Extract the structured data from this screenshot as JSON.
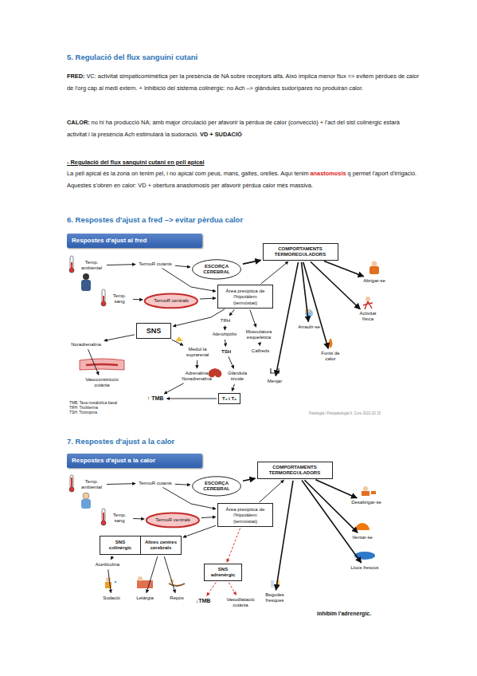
{
  "diagram": {
    "nodes": [
      {
        "text": [
          "Respostes d'ajust al fred"
        ]
      },
      {
        "text": [
          "Temp. ambiental"
        ]
      },
      {
        "text": [
          "TermoR cutanis"
        ]
      },
      {
        "text": [
          "ESCORÇA CEREBRAL"
        ]
      },
      {
        "text": [
          "COMPORTAMENTS TERMOREGULADORS"
        ]
      },
      {
        "text": [
          "Temp. sang"
        ]
      },
      {
        "text": [
          "TermoR centrals"
        ]
      },
      {
        "text": [
          "Àrea preòptica de l'hipotàlem (termòstat)"
        ]
      },
      {
        "text": [
          "SNS"
        ]
      },
      {
        "text": [
          "Noradrenalina"
        ]
      },
      {
        "text": [
          "Vasoconstricció cutània"
        ]
      },
      {
        "text": [
          "Medul·la suprarenal"
        ]
      },
      {
        "text": [
          "Adrenalina Noradrenalina"
        ]
      },
      {
        "text": [
          "TRH"
        ]
      },
      {
        "text": [
          "Adenohipòfisi"
        ]
      },
      {
        "text": [
          "TSH"
        ]
      },
      {
        "text": [
          "Glàndula tiroide"
        ]
      },
      {
        "text": [
          "T₃ i T₄"
        ]
      },
      {
        "text": [
          "↑ TMB"
        ]
      },
      {
        "text": [
          "Musculatura esquelètica"
        ]
      },
      {
        "text": [
          "Calfreds"
        ]
      },
      {
        "text": [
          "Abrigar-se"
        ]
      },
      {
        "text": [
          "Arraulir-se"
        ]
      },
      {
        "text": [
          "Activitat física"
        ]
      },
      {
        "text": [
          "Fonts de calor"
        ]
      },
      {
        "text": [
          "Menjar"
        ]
      },
      {
        "text": [
          "Respostes d'ajust a la calor"
        ]
      },
      {
        "text": [
          "Temp. ambiental"
        ]
      },
      {
        "text": [
          "TermoR cutanis"
        ]
      },
      {
        "text": [
          "ESCORÇA CEREBRAL"
        ]
      },
      {
        "text": [
          "COMPORTAMENTS TERMOREGULADORS"
        ]
      },
      {
        "text": [
          "Temp. sang"
        ]
      },
      {
        "text": [
          "TermoR centrals"
        ]
      },
      {
        "text": [
          "Àrea preòptica de l'hipotàlem (termòstat)"
        ]
      },
      {
        "text": [
          "SNS colinèrgic"
        ]
      },
      {
        "text": [
          "Altres centres cerebrals"
        ]
      },
      {
        "text": [
          "Acetilcolina"
        ]
      },
      {
        "text": [
          "Sudació"
        ]
      },
      {
        "text": [
          "Letàrgia"
        ]
      },
      {
        "text": [
          "Repòs"
        ]
      },
      {
        "text": [
          "SNS adrenèrgic"
        ]
      },
      {
        "text": [
          "↓TMB"
        ]
      },
      {
        "text": [
          "Vasodilatació cutània"
        ]
      },
      {
        "text": [
          "Desabrigar-se"
        ]
      },
      {
        "text": [
          "Ventar-se"
        ]
      },
      {
        "text": [
          "Llocs frescos"
        ]
      },
      {
        "text": [
          "Begudes fresques"
        ]
      }
    ],
    "edges": [
      {
        "from": 1,
        "to": 2,
        "arrow": "to"
      },
      {
        "from": 2,
        "to": 3,
        "arrow": "to"
      },
      {
        "from": 2,
        "to": 7,
        "arrow": "to"
      },
      {
        "from": 3,
        "to": 4,
        "arrow": "to"
      },
      {
        "from": 7,
        "to": 4,
        "arrow": "to"
      },
      {
        "from": 5,
        "to": 6,
        "arrow": "to"
      },
      {
        "from": 6,
        "to": 7,
        "arrow": "to"
      },
      {
        "from": 7,
        "to": 8,
        "arrow": "to"
      },
      {
        "from": 8,
        "to": 9,
        "arrow": "to"
      },
      {
        "from": 9,
        "to": 10,
        "arrow": "to"
      },
      {
        "from": 8,
        "to": 11,
        "arrow": "to"
      },
      {
        "from": 11,
        "to": 12,
        "arrow": "to"
      },
      {
        "from": 12,
        "to": 18,
        "arrow": "to"
      },
      {
        "from": 7,
        "to": 13,
        "arrow": "to"
      },
      {
        "from": 13,
        "to": 14,
        "arrow": "to"
      },
      {
        "from": 14,
        "to": 15,
        "arrow": "to"
      },
      {
        "from": 15,
        "to": 16,
        "arrow": "to"
      },
      {
        "from": 16,
        "to": 17,
        "arrow": "to"
      },
      {
        "from": 17,
        "to": 18,
        "arrow": "to"
      },
      {
        "from": 7,
        "to": 19,
        "arrow": "to"
      },
      {
        "from": 19,
        "to": 20,
        "arrow": "to"
      },
      {
        "from": 4,
        "to": 21,
        "arrow": "to"
      },
      {
        "from": 4,
        "to": 22,
        "arrow": "to"
      },
      {
        "from": 4,
        "to": 23,
        "arrow": "to"
      },
      {
        "from": 4,
        "to": 24,
        "arrow": "to"
      },
      {
        "from": 4,
        "to": 25,
        "arrow": "to"
      },
      {
        "from": 27,
        "to": 28,
        "arrow": "to"
      },
      {
        "from": 28,
        "to": 29,
        "arrow": "to"
      },
      {
        "from": 28,
        "to": 33,
        "arrow": "to"
      },
      {
        "from": 29,
        "to": 30,
        "arrow": "to"
      },
      {
        "from": 33,
        "to": 30,
        "arrow": "to"
      },
      {
        "from": 31,
        "to": 32,
        "arrow": "to"
      },
      {
        "from": 32,
        "to": 33,
        "arrow": "to"
      },
      {
        "from": 33,
        "to": 35,
        "arrow": "to"
      },
      {
        "from": 34,
        "to": 36,
        "arrow": "to"
      },
      {
        "from": 36,
        "to": 37,
        "arrow": "to"
      },
      {
        "from": 35,
        "to": 38,
        "arrow": "to"
      },
      {
        "from": 35,
        "to": 39,
        "arrow": "to"
      },
      {
        "from": 33,
        "to": 40,
        "arrow": "to"
      },
      {
        "from": 40,
        "to": 41,
        "arrow": "to"
      },
      {
        "from": 40,
        "to": 42,
        "arrow": "to"
      },
      {
        "from": 30,
        "to": 43,
        "arrow": "to"
      },
      {
        "from": 30,
        "to": 44,
        "arrow": "to"
      },
      {
        "from": 30,
        "to": 45,
        "arrow": "to"
      },
      {
        "from": 30,
        "to": 46,
        "arrow": "to"
      }
    ],
    "labels": [
      "5. Regulació del flux sanguini cutani",
      "FRED:",
      "VC: activitat simpaticomimètica per la presència de NA sobre receptors alfa. Això implica menor flux => evitem pèrdues de calor de l'org cap al medi extern. + Inhibició del sistema colinèrgic: no Ach –> glàndules sudorípares no produiran calor.",
      "CALOR:",
      "no hi ha producció NA; amb major circulació per afavorir la pèrdua de calor (convecció) + l'act del sist colinèrgic estarà activitat i la presència Ach estimularà la sudoració.",
      "VD + SUDACIÓ",
      "- Regulació del flux sanguini cutani en pell apical",
      "La pell apical és la zona on tenim pel, i no apical com peus, mans, galtes, orelles. Aquí tenim",
      "anastomosis",
      "q permet l'aport d'irrigació. Aquestes s'obren en calor: VD + obertura anastomosis per afavorir pèrdua calor més massiva.",
      "6. Respostes d'ajust a fred –> evitar pèrdua calor",
      "TMB: Taxa metabòlica basal",
      "TRH: Tiroliberina",
      "TSH: Tirotropina",
      "Fisiologia i Fisiopatologia II, Curs 2022-23",
      "15",
      "7. Respostes d'ajust a la calor",
      "inhibim l'adrenèrgic."
    ]
  }
}
